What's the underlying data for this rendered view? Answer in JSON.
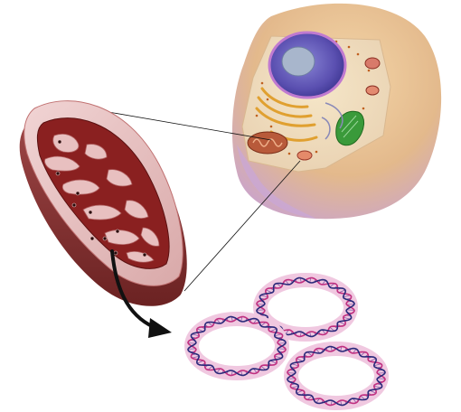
{
  "figure": {
    "background": "#ffffff",
    "components": [
      {
        "name": "animal-cell",
        "label": ""
      },
      {
        "name": "mitochondrion",
        "label": ""
      },
      {
        "name": "circular-mtdna",
        "label": "",
        "count": 3
      }
    ]
  },
  "colors": {
    "cell_body": "#e8c29a",
    "cell_shadow": "#c9a6d8",
    "nucleus": "#5a4fb0",
    "nucleolus": "#9aa8c0",
    "golgi": "#e0a030",
    "chloroplast_like": "#3a9a3a",
    "mito_outer": "#e8c8c8",
    "mito_inner": "#8a2020",
    "mito_edge": "#c07070",
    "dna_ring": "#f0c8e0",
    "dna_strand_a": "#c03080",
    "dna_strand_b": "#2a2a7a",
    "arrow": "#111111"
  },
  "icons": {
    "zoom_lines": "callout-lines-icon",
    "arrow": "curved-arrow-icon"
  }
}
